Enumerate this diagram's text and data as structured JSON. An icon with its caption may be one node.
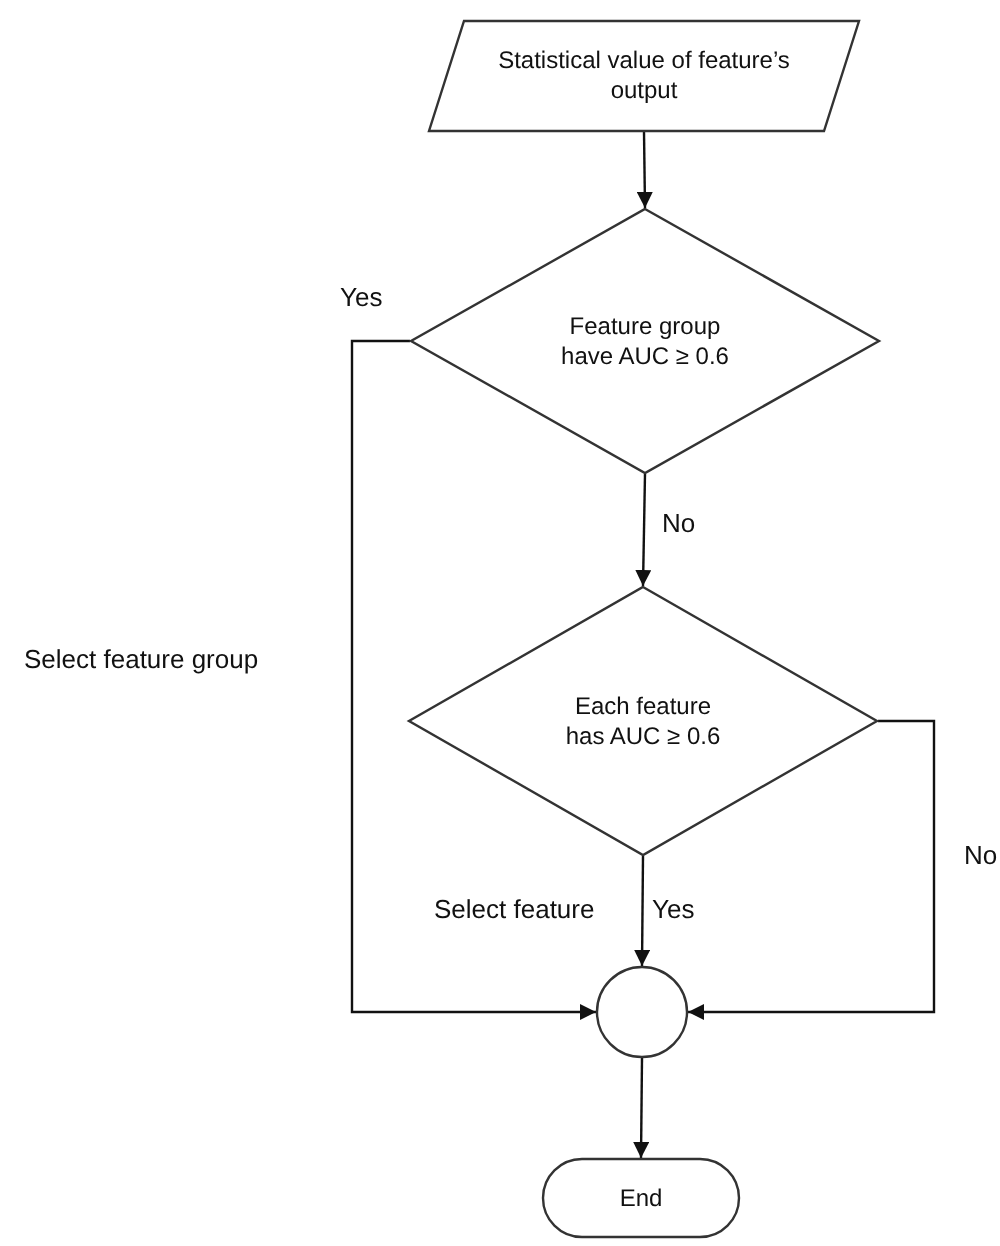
{
  "diagram": {
    "nodes": [
      {
        "text": [
          "Statistical value of feature’s output"
        ]
      },
      {
        "text": [
          "Feature group have AUC ≥ 0.6"
        ]
      },
      {
        "text": [
          "Each feature has AUC ≥ 0.6"
        ]
      },
      {
        "text": [],
        "shape": "circle"
      },
      {
        "text": [
          "End"
        ]
      }
    ],
    "edges": [
      {
        "from": 0,
        "to": 1,
        "arrow": "to"
      },
      {
        "from": 1,
        "to": 3,
        "arrow": "to",
        "label": "Yes"
      },
      {
        "from": 1,
        "to": 2,
        "arrow": "to",
        "label": "No"
      },
      {
        "from": 2,
        "to": 3,
        "arrow": "to",
        "label": "Yes"
      },
      {
        "from": 2,
        "to": 3,
        "arrow": "to",
        "label": "No"
      },
      {
        "from": 3,
        "to": 4,
        "arrow": "to"
      }
    ],
    "labels": [
      "Select feature group",
      "Select feature"
    ]
  }
}
